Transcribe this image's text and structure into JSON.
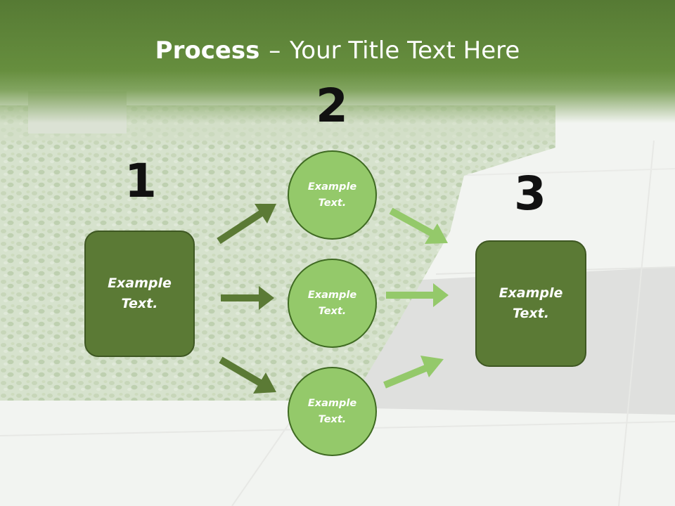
{
  "title": {
    "bold": "Process",
    "separator": "–",
    "rest": "Your Title Text Here"
  },
  "steps": {
    "one": {
      "number": "1",
      "label_line1": "Example",
      "label_line2": "Text."
    },
    "two": {
      "number": "2"
    },
    "three": {
      "number": "3",
      "label_line1": "Example",
      "label_line2": "Text."
    }
  },
  "circles": [
    {
      "label_line1": "Example",
      "label_line2": "Text."
    },
    {
      "label_line1": "Example",
      "label_line2": "Text."
    },
    {
      "label_line1": "Example",
      "label_line2": "Text."
    }
  ],
  "colors": {
    "dark_green": "#5b7a35",
    "light_green": "#94c96a",
    "title_band": "#668e3e"
  }
}
